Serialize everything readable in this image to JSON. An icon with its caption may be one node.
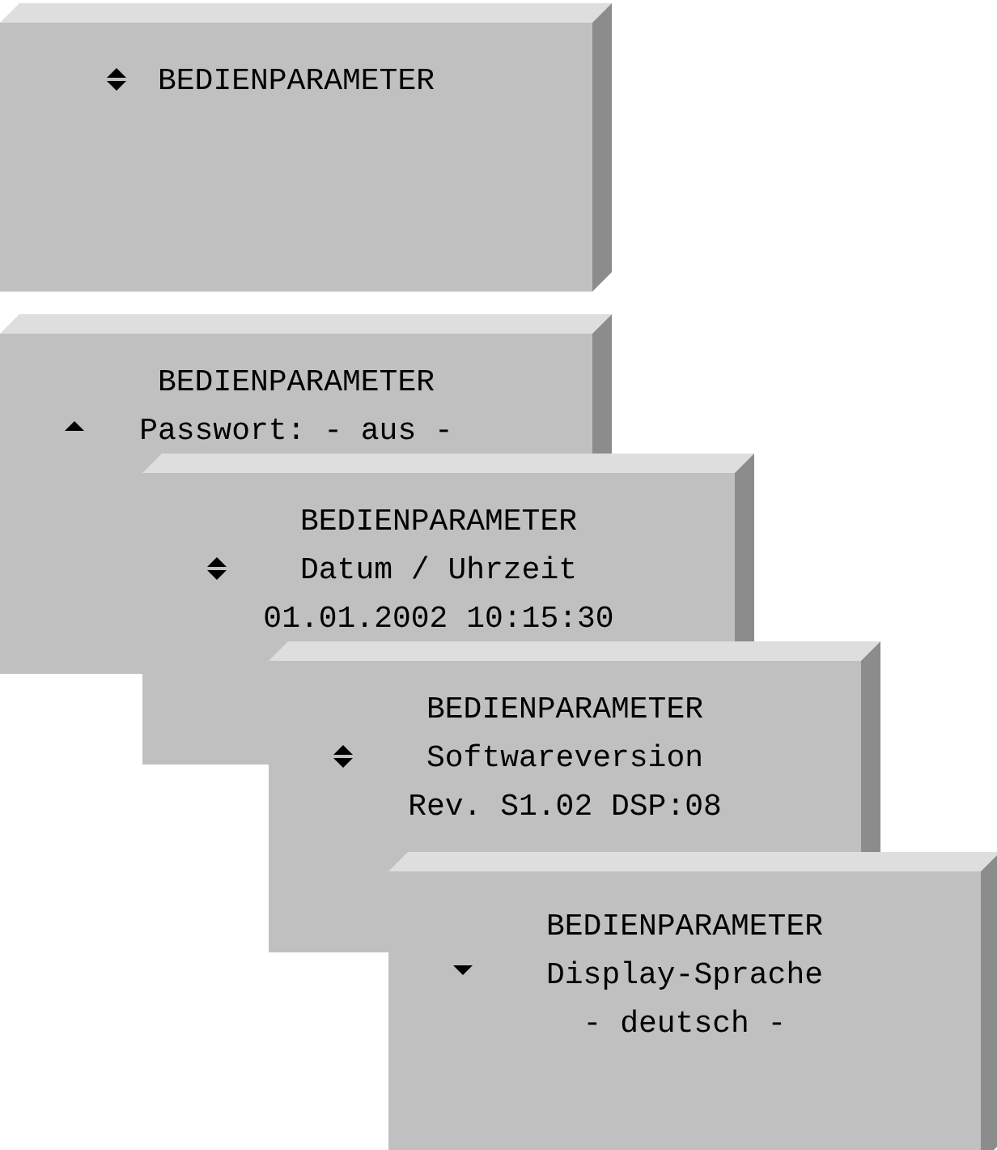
{
  "diagram": {
    "nodes": [
      {
        "text": [
          "BEDIENPARAMETER"
        ]
      },
      {
        "text": [
          "BEDIENPARAMETER",
          "Passwort: - aus -"
        ]
      },
      {
        "text": [
          "BEDIENPARAMETER",
          "Datum / Uhrzeit",
          "01.01.2002 10:15:30"
        ]
      },
      {
        "text": [
          "BEDIENPARAMETER",
          "Softwareversion",
          "Rev. S1.02 DSP:08"
        ]
      },
      {
        "text": [
          "BEDIENPARAMETER",
          "Display-Sprache",
          "- deutsch -"
        ]
      }
    ]
  }
}
